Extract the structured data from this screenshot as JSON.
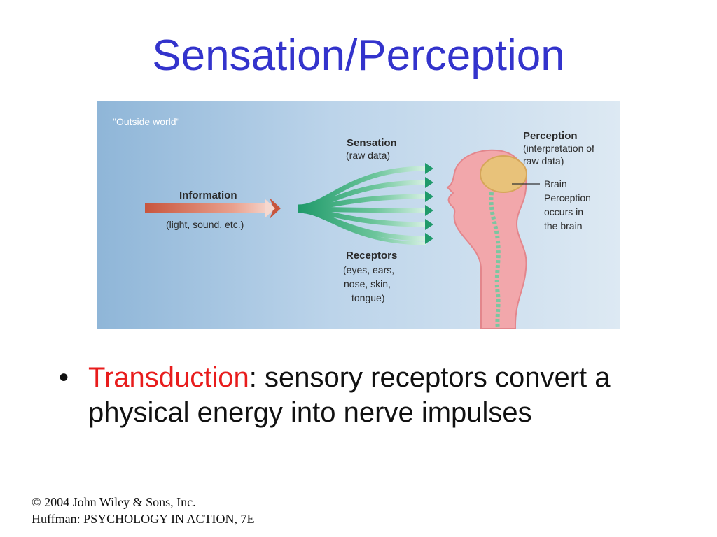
{
  "slide": {
    "title": "Sensation/Perception"
  },
  "diagram": {
    "outside_world": "\"Outside world\"",
    "information": {
      "title": "Information",
      "caption": "(light, sound, etc.)"
    },
    "sensation": {
      "title": "Sensation",
      "caption": "(raw data)"
    },
    "receptors": {
      "title": "Receptors",
      "caption_lines": [
        "(eyes, ears,",
        "nose, skin,",
        "tongue)"
      ]
    },
    "perception": {
      "title": "Perception",
      "caption_lines": [
        "(interpretation of",
        "raw data)"
      ]
    },
    "brain_label_lines": [
      "Brain",
      "Perception",
      "occurs in",
      "the brain"
    ],
    "colors": {
      "panel_left": "#8fb6d8",
      "panel_right": "#dde9f3",
      "info_arrow": "#c8553d",
      "receptor_green": "#1f9a6a",
      "body_pink": "#f2a7ab",
      "brain_yellow": "#e8c27a"
    }
  },
  "bullet": {
    "symbol": "•",
    "term": "Transduction",
    "text": ": sensory receptors convert a physical energy into nerve impulses"
  },
  "footer": {
    "line1": "© 2004 John Wiley & Sons, Inc.",
    "line2": "Huffman: PSYCHOLOGY IN ACTION, 7E"
  }
}
